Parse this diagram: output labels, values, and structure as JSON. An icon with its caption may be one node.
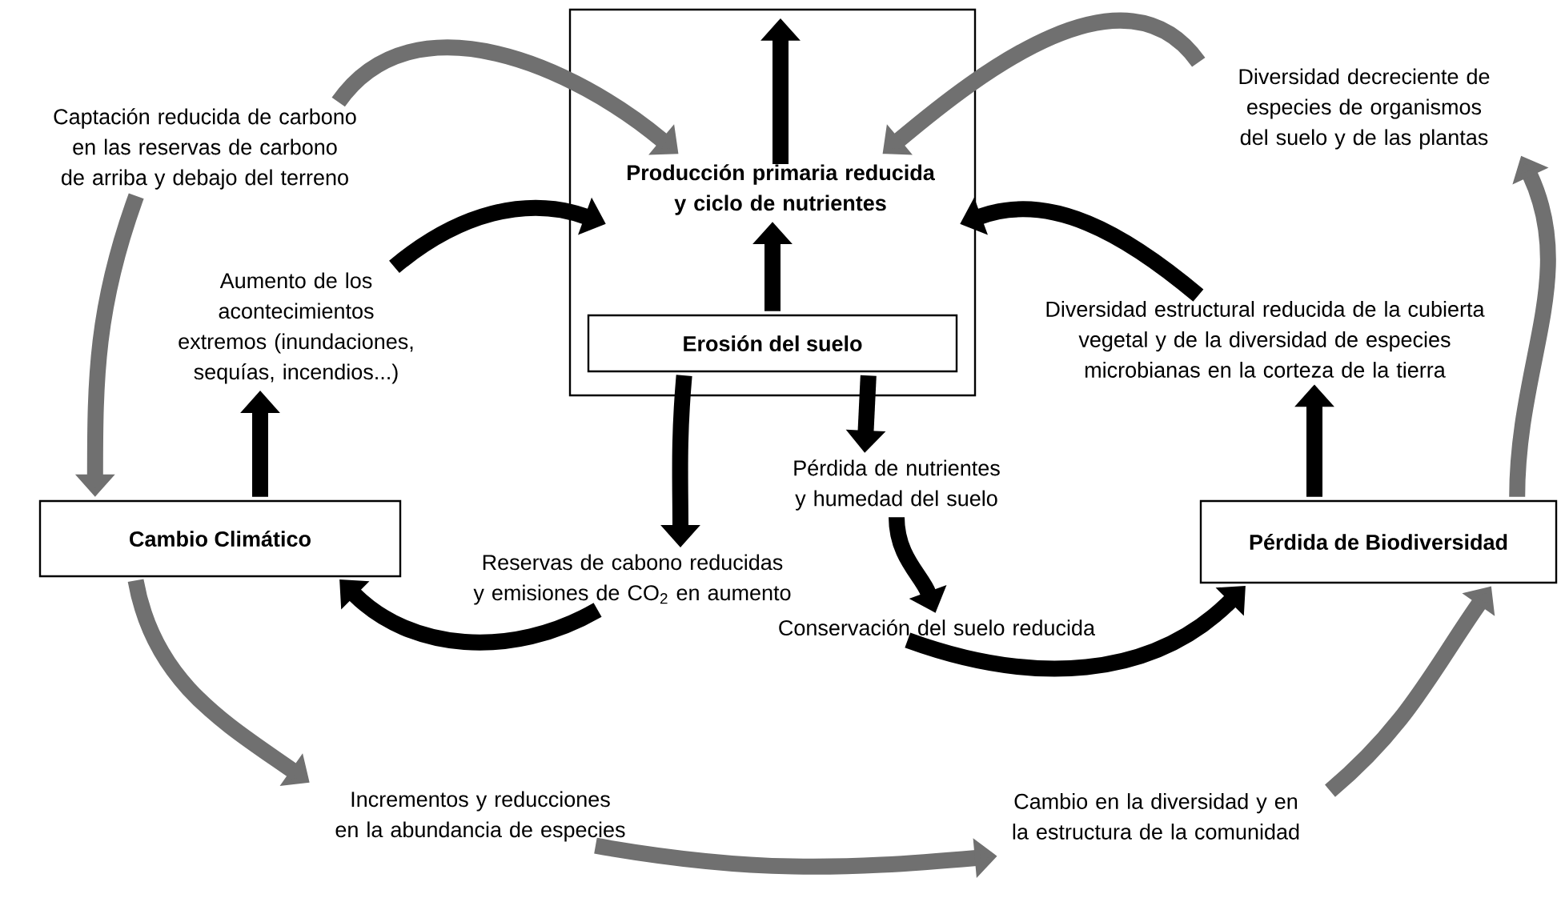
{
  "diagram": {
    "nodes": [
      {
        "text": [],
        "shape": "box"
      },
      {
        "text": [
          "Producción primaria reducida y ciclo de nutrientes"
        ],
        "in": 0
      },
      {
        "text": [
          "Erosión del suelo"
        ],
        "in": 0
      },
      {
        "text": [
          "Captación reducida de carbono en las reservas de carbono de arriba y debajo del terreno"
        ]
      },
      {
        "text": [
          "Diversidad decreciente de especies de organismos del suelo y de las plantas"
        ]
      },
      {
        "text": [
          "Aumento de los acontecimientos extremos (inundaciones, sequías, incendios...)"
        ]
      },
      {
        "text": [
          "Diversidad estructural reducida de la cubierta vegetal y de la diversidad de especies microbianas en la corteza de la tierra"
        ]
      },
      {
        "text": [
          "Cambio Climático"
        ]
      },
      {
        "text": [
          "Pérdida de Biodiversidad"
        ]
      },
      {
        "text": [
          "Pérdida de nutrientes y humedad del suelo"
        ]
      },
      {
        "text": [
          "Reservas de cabono reducidas y emisiones de CO$_{2}$ en aumento"
        ]
      },
      {
        "text": [
          "Conservación del suelo reducida"
        ]
      },
      {
        "text": [
          "Incrementos y reducciones en la abundancia de especies"
        ]
      },
      {
        "text": [
          "Cambio en la diversidad y en la estructura de la comunidad"
        ]
      }
    ],
    "edges": [
      {
        "from": 2,
        "to": 1,
        "arrow": "to"
      },
      {
        "from": 1,
        "to": 0,
        "arrow": "to"
      },
      {
        "from": 3,
        "to": 1,
        "arrow": "to",
        "color": "#707070"
      },
      {
        "from": 4,
        "to": 1,
        "arrow": "to",
        "color": "#707070"
      },
      {
        "from": 5,
        "to": 1,
        "arrow": "to"
      },
      {
        "from": 6,
        "to": 1,
        "arrow": "to"
      },
      {
        "from": 7,
        "to": 5,
        "arrow": "to"
      },
      {
        "from": 8,
        "to": 6,
        "arrow": "to"
      },
      {
        "from": 2,
        "to": 9,
        "arrow": "to"
      },
      {
        "from": 2,
        "to": 10,
        "arrow": "to"
      },
      {
        "from": 9,
        "to": 11,
        "arrow": "to"
      },
      {
        "from": 10,
        "to": 7,
        "arrow": "to"
      },
      {
        "from": 11,
        "to": 8,
        "arrow": "to"
      },
      {
        "from": 3,
        "to": 7,
        "arrow": "to",
        "color": "#707070"
      },
      {
        "from": 7,
        "to": 12,
        "arrow": "to",
        "color": "#707070"
      },
      {
        "from": 12,
        "to": 13,
        "arrow": "to",
        "color": "#707070"
      },
      {
        "from": 13,
        "to": 8,
        "arrow": "to",
        "color": "#707070"
      },
      {
        "from": 8,
        "to": 4,
        "arrow": "to",
        "color": "#707070"
      }
    ]
  }
}
